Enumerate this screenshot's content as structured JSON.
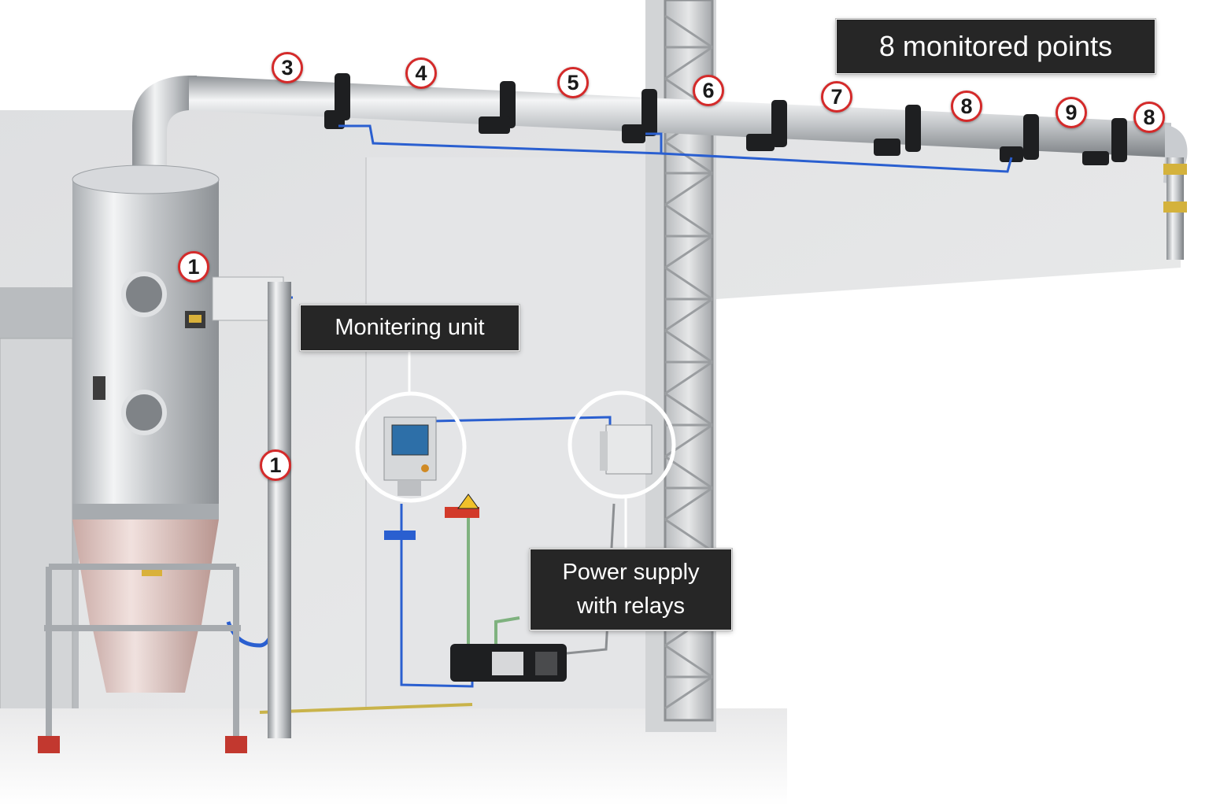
{
  "labels": {
    "title": "8 monitored points",
    "monitoring_unit": "Monitering unit",
    "power_supply_line1": "Power supply",
    "power_supply_line2": "with relays"
  },
  "markers": [
    "1",
    "1",
    "3",
    "4",
    "5",
    "6",
    "7",
    "8",
    "9",
    "8"
  ],
  "colors": {
    "marker_ring": "#d42a2a",
    "callout_bg": "#262626",
    "sensor_cable": "#2a5fd0",
    "ground_cable": "#7fb27f",
    "stainless": "#c8cbcf"
  }
}
